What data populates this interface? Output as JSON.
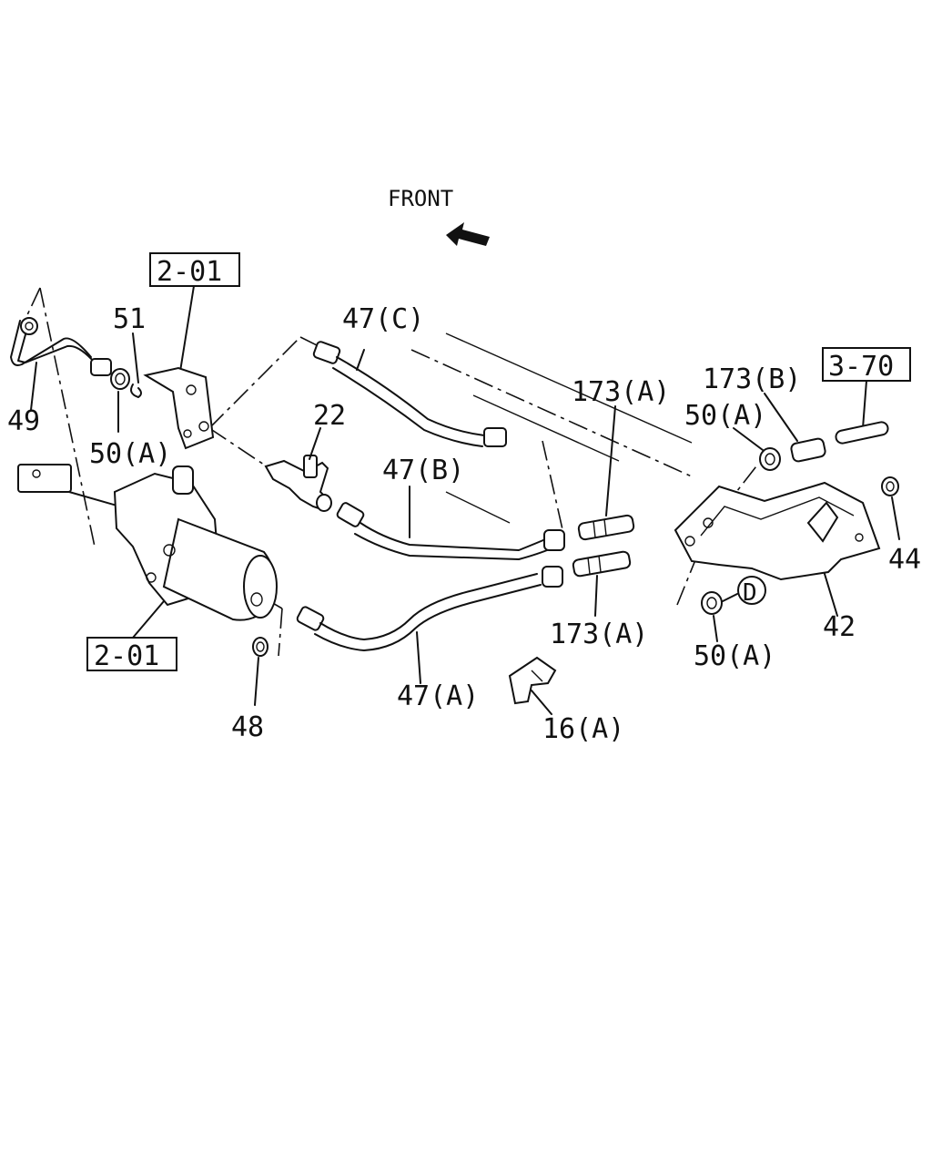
{
  "front_label": "FRONT",
  "ref_boxes": {
    "top_left": "2-01",
    "bottom_left": "2-01",
    "top_right": "3-70"
  },
  "callouts": {
    "p49": "49",
    "p51": "51",
    "p50a_left": "50(A)",
    "p47c": "47(C)",
    "p22": "22",
    "p47b": "47(B)",
    "p173a_top": "173(A)",
    "p173b": "173(B)",
    "p50a_top": "50(A)",
    "p44": "44",
    "p42": "42",
    "p173a_bottom": "173(A)",
    "p50a_bottom": "50(A)",
    "p47a": "47(A)",
    "p16a": "16(A)",
    "p48": "48",
    "detail_d": "D"
  }
}
